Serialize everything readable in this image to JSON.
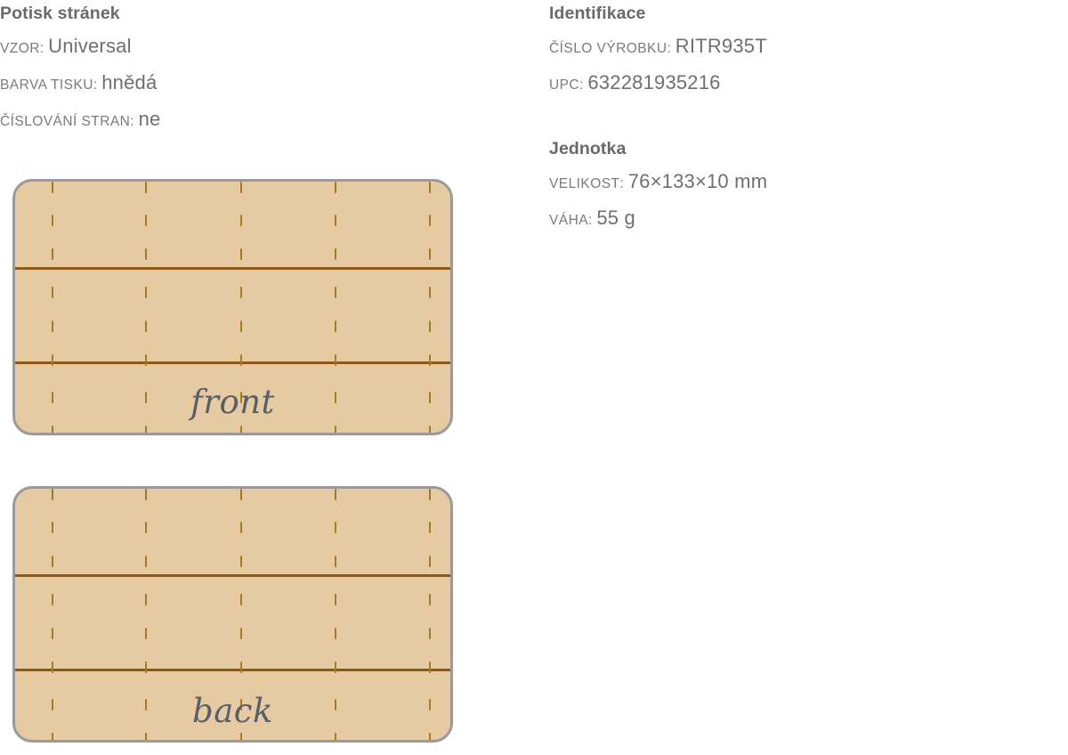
{
  "left_column": {
    "groups": [
      {
        "title": "Potisk stránek",
        "rows": [
          {
            "label": "VZOR",
            "value": "Universal"
          },
          {
            "label": "BARVA TISKU",
            "value": "hnědá"
          },
          {
            "label": "ČÍSLOVÁNÍ STRAN",
            "value": "ne"
          }
        ]
      }
    ]
  },
  "right_column": {
    "groups": [
      {
        "title": "Identifikace",
        "rows": [
          {
            "label": "ČÍSLO VÝROBKU",
            "value": "RITR935T"
          },
          {
            "label": "UPC",
            "value": "632281935216"
          }
        ]
      },
      {
        "title": "Jednotka",
        "rows": [
          {
            "label": "VELIKOST",
            "value": "76×133×10 mm"
          },
          {
            "label": "VÁHA",
            "value": "55 g"
          }
        ]
      }
    ]
  },
  "separator": ":",
  "cards": [
    {
      "caption": "front"
    },
    {
      "caption": "back"
    }
  ],
  "colors": {
    "paper_fill": "#e6caa2",
    "card_border": "#9a9a9d",
    "rule_line": "#8c5a16",
    "tick_mark": "#a9772c",
    "heading_text": "#6a6a6a",
    "label_text": "#7b7b7b",
    "value_text": "#6f6f6f",
    "caption_text": "#595f66",
    "page_background": "#ffffff"
  },
  "card_pattern": {
    "tick_columns_x": [
      41,
      146,
      253,
      359,
      465
    ],
    "tick_rows_y": [
      0,
      37,
      75,
      118,
      156,
      194,
      236,
      274
    ],
    "rule_rows_y": [
      96,
      202
    ]
  }
}
